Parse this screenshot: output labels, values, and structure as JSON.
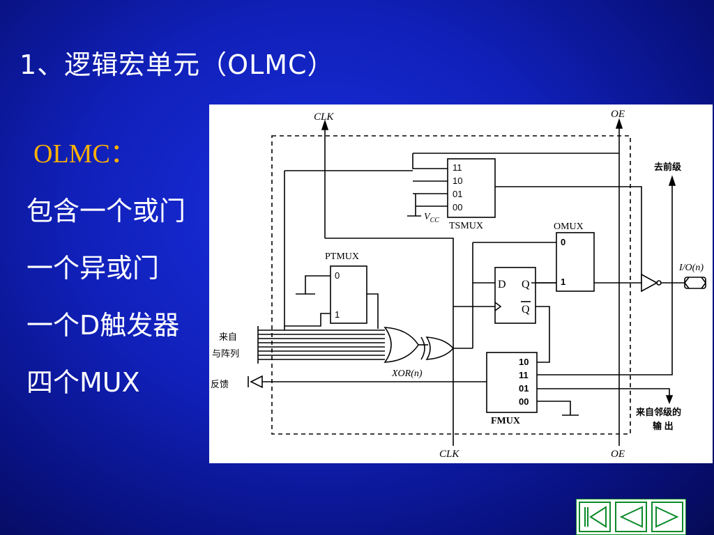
{
  "slide": {
    "title": "1、逻辑宏单元（OLMC）",
    "bullets": [
      "OLMC：",
      "包含一个或门",
      "一个异或门",
      "一个D触发器",
      "四个MUX"
    ]
  },
  "diagram": {
    "clk_top": "CLK",
    "clk_bottom": "CLK",
    "oe_top": "OE",
    "oe_bottom": "OE",
    "tsmux": {
      "name": "TSMUX",
      "inputs": [
        "11",
        "10",
        "01",
        "00"
      ],
      "vcc": "V",
      "vcc_sub": "CC"
    },
    "ptmux": {
      "name": "PTMUX",
      "inputs": [
        "0",
        "1"
      ]
    },
    "omux": {
      "name": "OMUX",
      "inputs": [
        "0",
        "1"
      ]
    },
    "fmux": {
      "name": "FMUX",
      "inputs": [
        "10",
        "11",
        "01",
        "00"
      ]
    },
    "dff": {
      "d": "D",
      "q": "Q",
      "qbar": "Q"
    },
    "xor_label": "XOR(n)",
    "io_label": "I/O(n)",
    "to_prev_stage": "去前级",
    "from_array_line1": "来自",
    "from_array_line2": "与阵列",
    "feedback": "反馈",
    "from_adjacent_line1": "来自邻级的",
    "from_adjacent_line2": "输 出"
  },
  "nav": {
    "first": "first-slide",
    "prev": "previous-slide",
    "next": "next-slide"
  },
  "colors": {
    "bullet_heading": "#ffb000",
    "background": "#1020b8",
    "nav_border": "#0a8a2a"
  }
}
